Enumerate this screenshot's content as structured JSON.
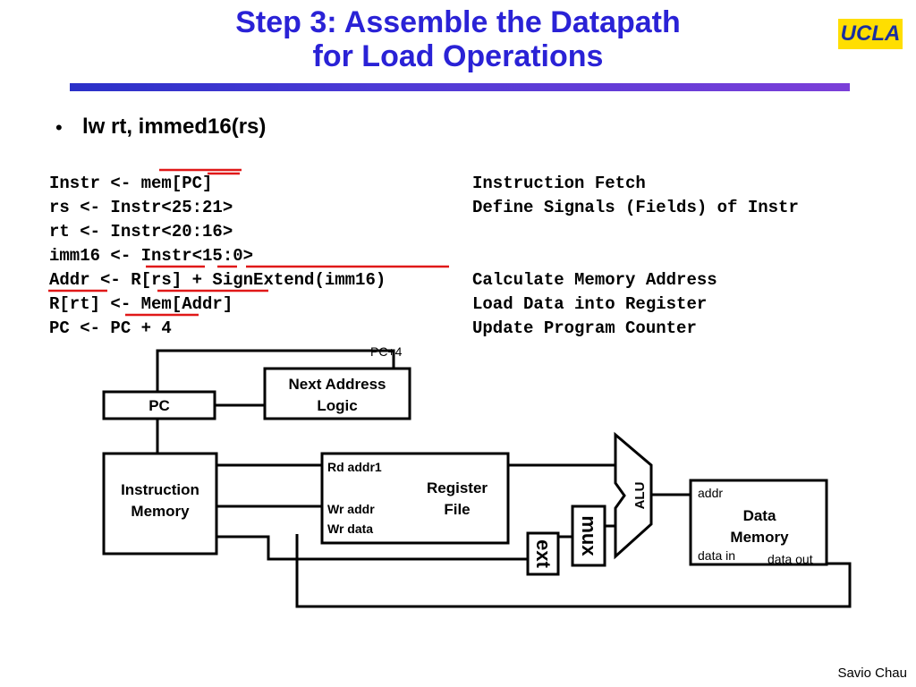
{
  "title": {
    "line1": "Step 3: Assemble the Datapath",
    "line2": "for Load Operations"
  },
  "logo": "UCLA",
  "bullet": {
    "marker": "•",
    "text": "lw rt, immed16(rs)"
  },
  "rtl": [
    {
      "left": "Instr <- mem[PC]",
      "right": "Instruction Fetch"
    },
    {
      "left": "rs <- Instr<25:21>",
      "right": "Define Signals (Fields) of Instr"
    },
    {
      "left": "rt <- Instr<20:16>",
      "right": ""
    },
    {
      "left": "imm16 <- Instr<15:0>",
      "right": ""
    },
    {
      "left": "Addr <- R[rs] + SignExtend(imm16)",
      "right": "Calculate Memory Address"
    },
    {
      "left": "R[rt] <- Mem[Addr]",
      "right": "Load Data into Register"
    },
    {
      "left": "PC <- PC + 4",
      "right": "Update Program Counter"
    }
  ],
  "diagram": {
    "pc4_label": "PC+4",
    "pc_label": "PC",
    "next_addr": [
      "Next Address",
      "Logic"
    ],
    "imem": [
      "Instruction",
      "Memory"
    ],
    "regfile": {
      "rd_addr1": "Rd addr1",
      "wr_addr": "Wr addr",
      "wr_data": "Wr data",
      "title": [
        "Register",
        "File"
      ]
    },
    "alu": "ALU",
    "mux": "mux",
    "ext": "ext",
    "dmem": {
      "addr": "addr",
      "title": [
        "Data",
        "Memory"
      ],
      "data_in": "data in",
      "data_out": "data out"
    }
  },
  "author": "Savio Chau"
}
